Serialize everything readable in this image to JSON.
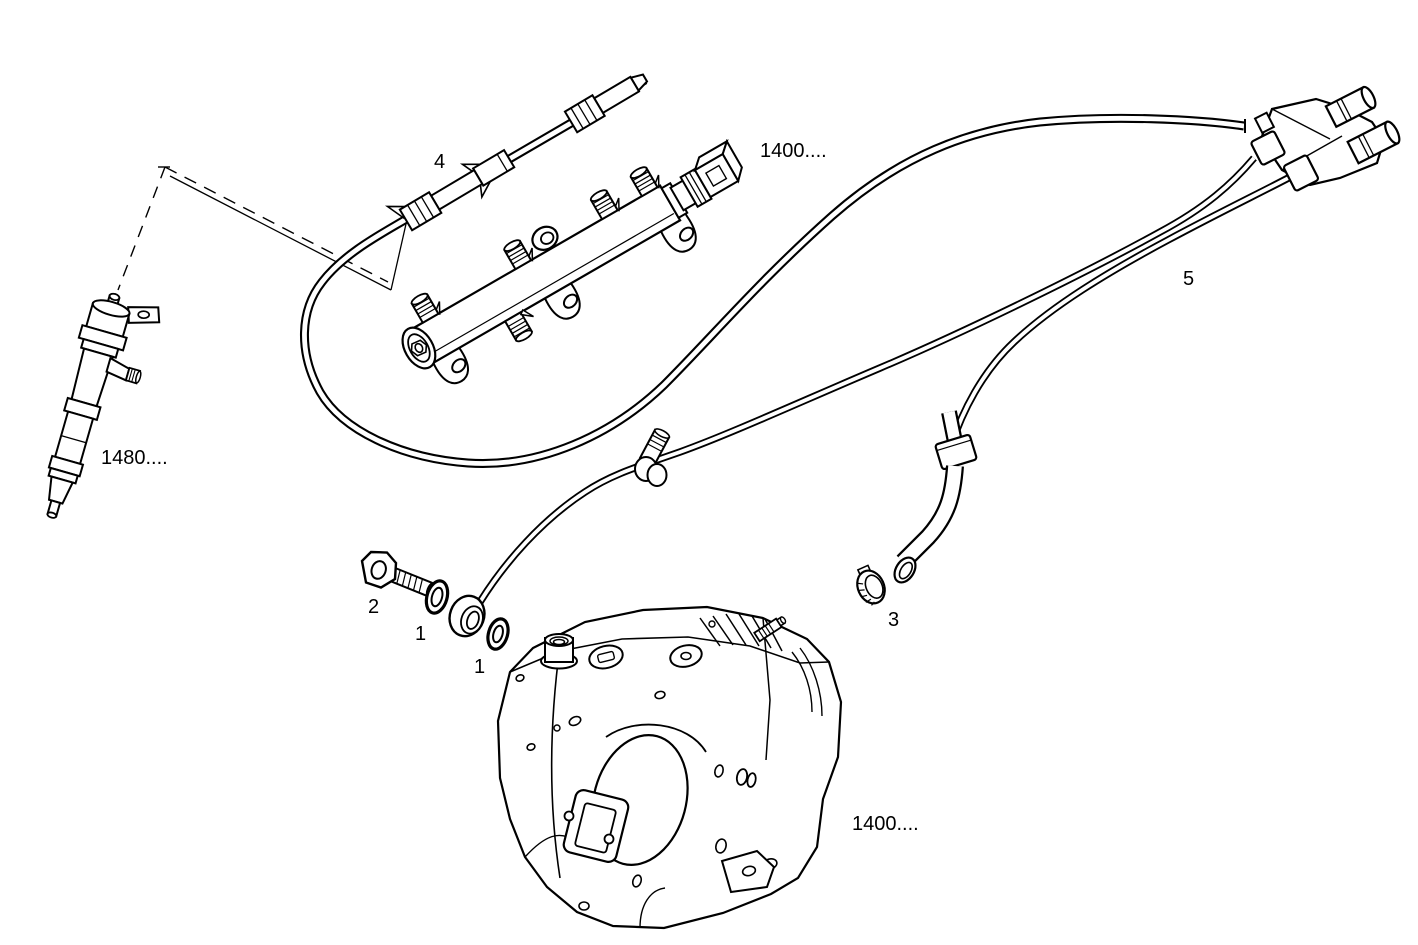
{
  "figure": {
    "type": "exploded-parts-diagram",
    "subject": "fuel injection system (pump, rail, injector, high pressure pipes)",
    "background_color": "#ffffff",
    "line_color": "#000000",
    "callouts": {
      "pipe4": "4",
      "rail": "1400....",
      "pipe5": "5",
      "injector": "1480....",
      "bolt": "2",
      "washer_front": "1",
      "washer_rear": "1",
      "clamp": "3",
      "pump": "1400...."
    }
  }
}
